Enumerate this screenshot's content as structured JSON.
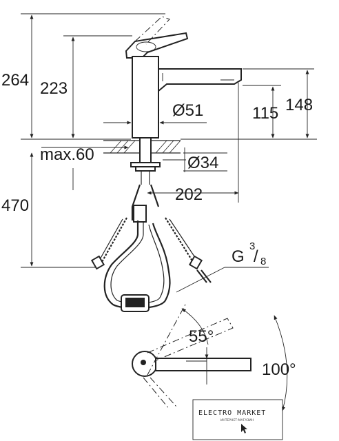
{
  "dimensions": {
    "total_height": "264",
    "spout_height": "223",
    "base_diameter": "Ø51",
    "aerator_height_a": "115",
    "aerator_height_b": "148",
    "max_thickness": "max.60",
    "hole_diameter": "Ø34",
    "hose_length": "470",
    "reach": "202",
    "connection": "G",
    "connection_num": "3",
    "connection_den": "8",
    "lever_angle": "55°",
    "swivel_angle": "100°"
  },
  "watermark": {
    "title": "ELECTRO MARKET",
    "subtitle": "ИНТЕРНЕТ-МАГАЗИН"
  }
}
